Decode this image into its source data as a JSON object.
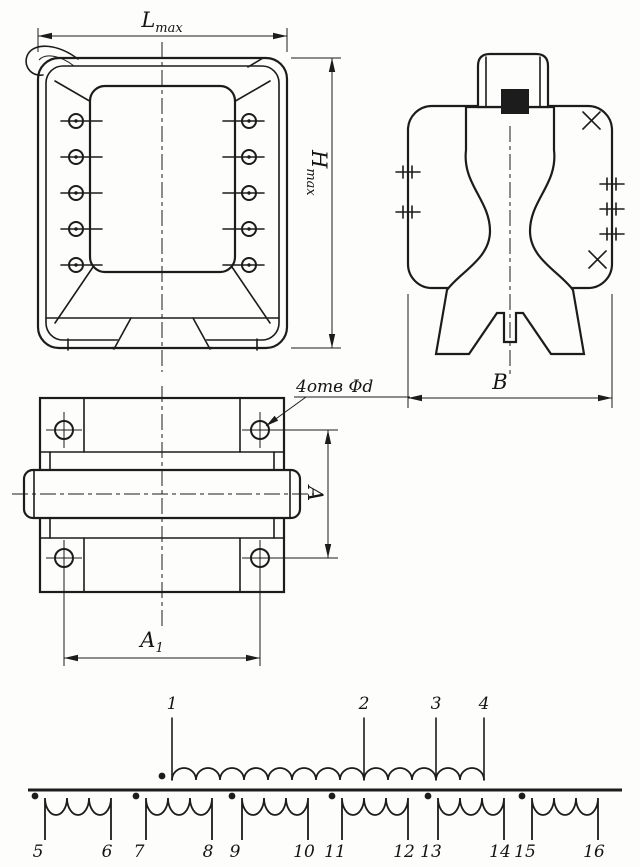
{
  "front_view": {
    "width_dim": {
      "base": "L",
      "sub": "max"
    },
    "height_dim": {
      "base": "H",
      "sub": "max"
    }
  },
  "side_view": {
    "width_dim": "B"
  },
  "plan_view": {
    "hole_pitch_vertical": "A",
    "hole_pitch_horizontal": {
      "base": "A",
      "sub": "1"
    },
    "holes_note": "4отв Φd"
  },
  "schematic": {
    "primary_terminals": [
      "1",
      "2",
      "3",
      "4"
    ],
    "secondary_terminals": [
      "5",
      "6",
      "7",
      "8",
      "9",
      "10",
      "11",
      "12",
      "13",
      "14",
      "15",
      "16"
    ]
  },
  "colors": {
    "ink": "#1c1c1c",
    "paper": "#fdfdfb"
  }
}
